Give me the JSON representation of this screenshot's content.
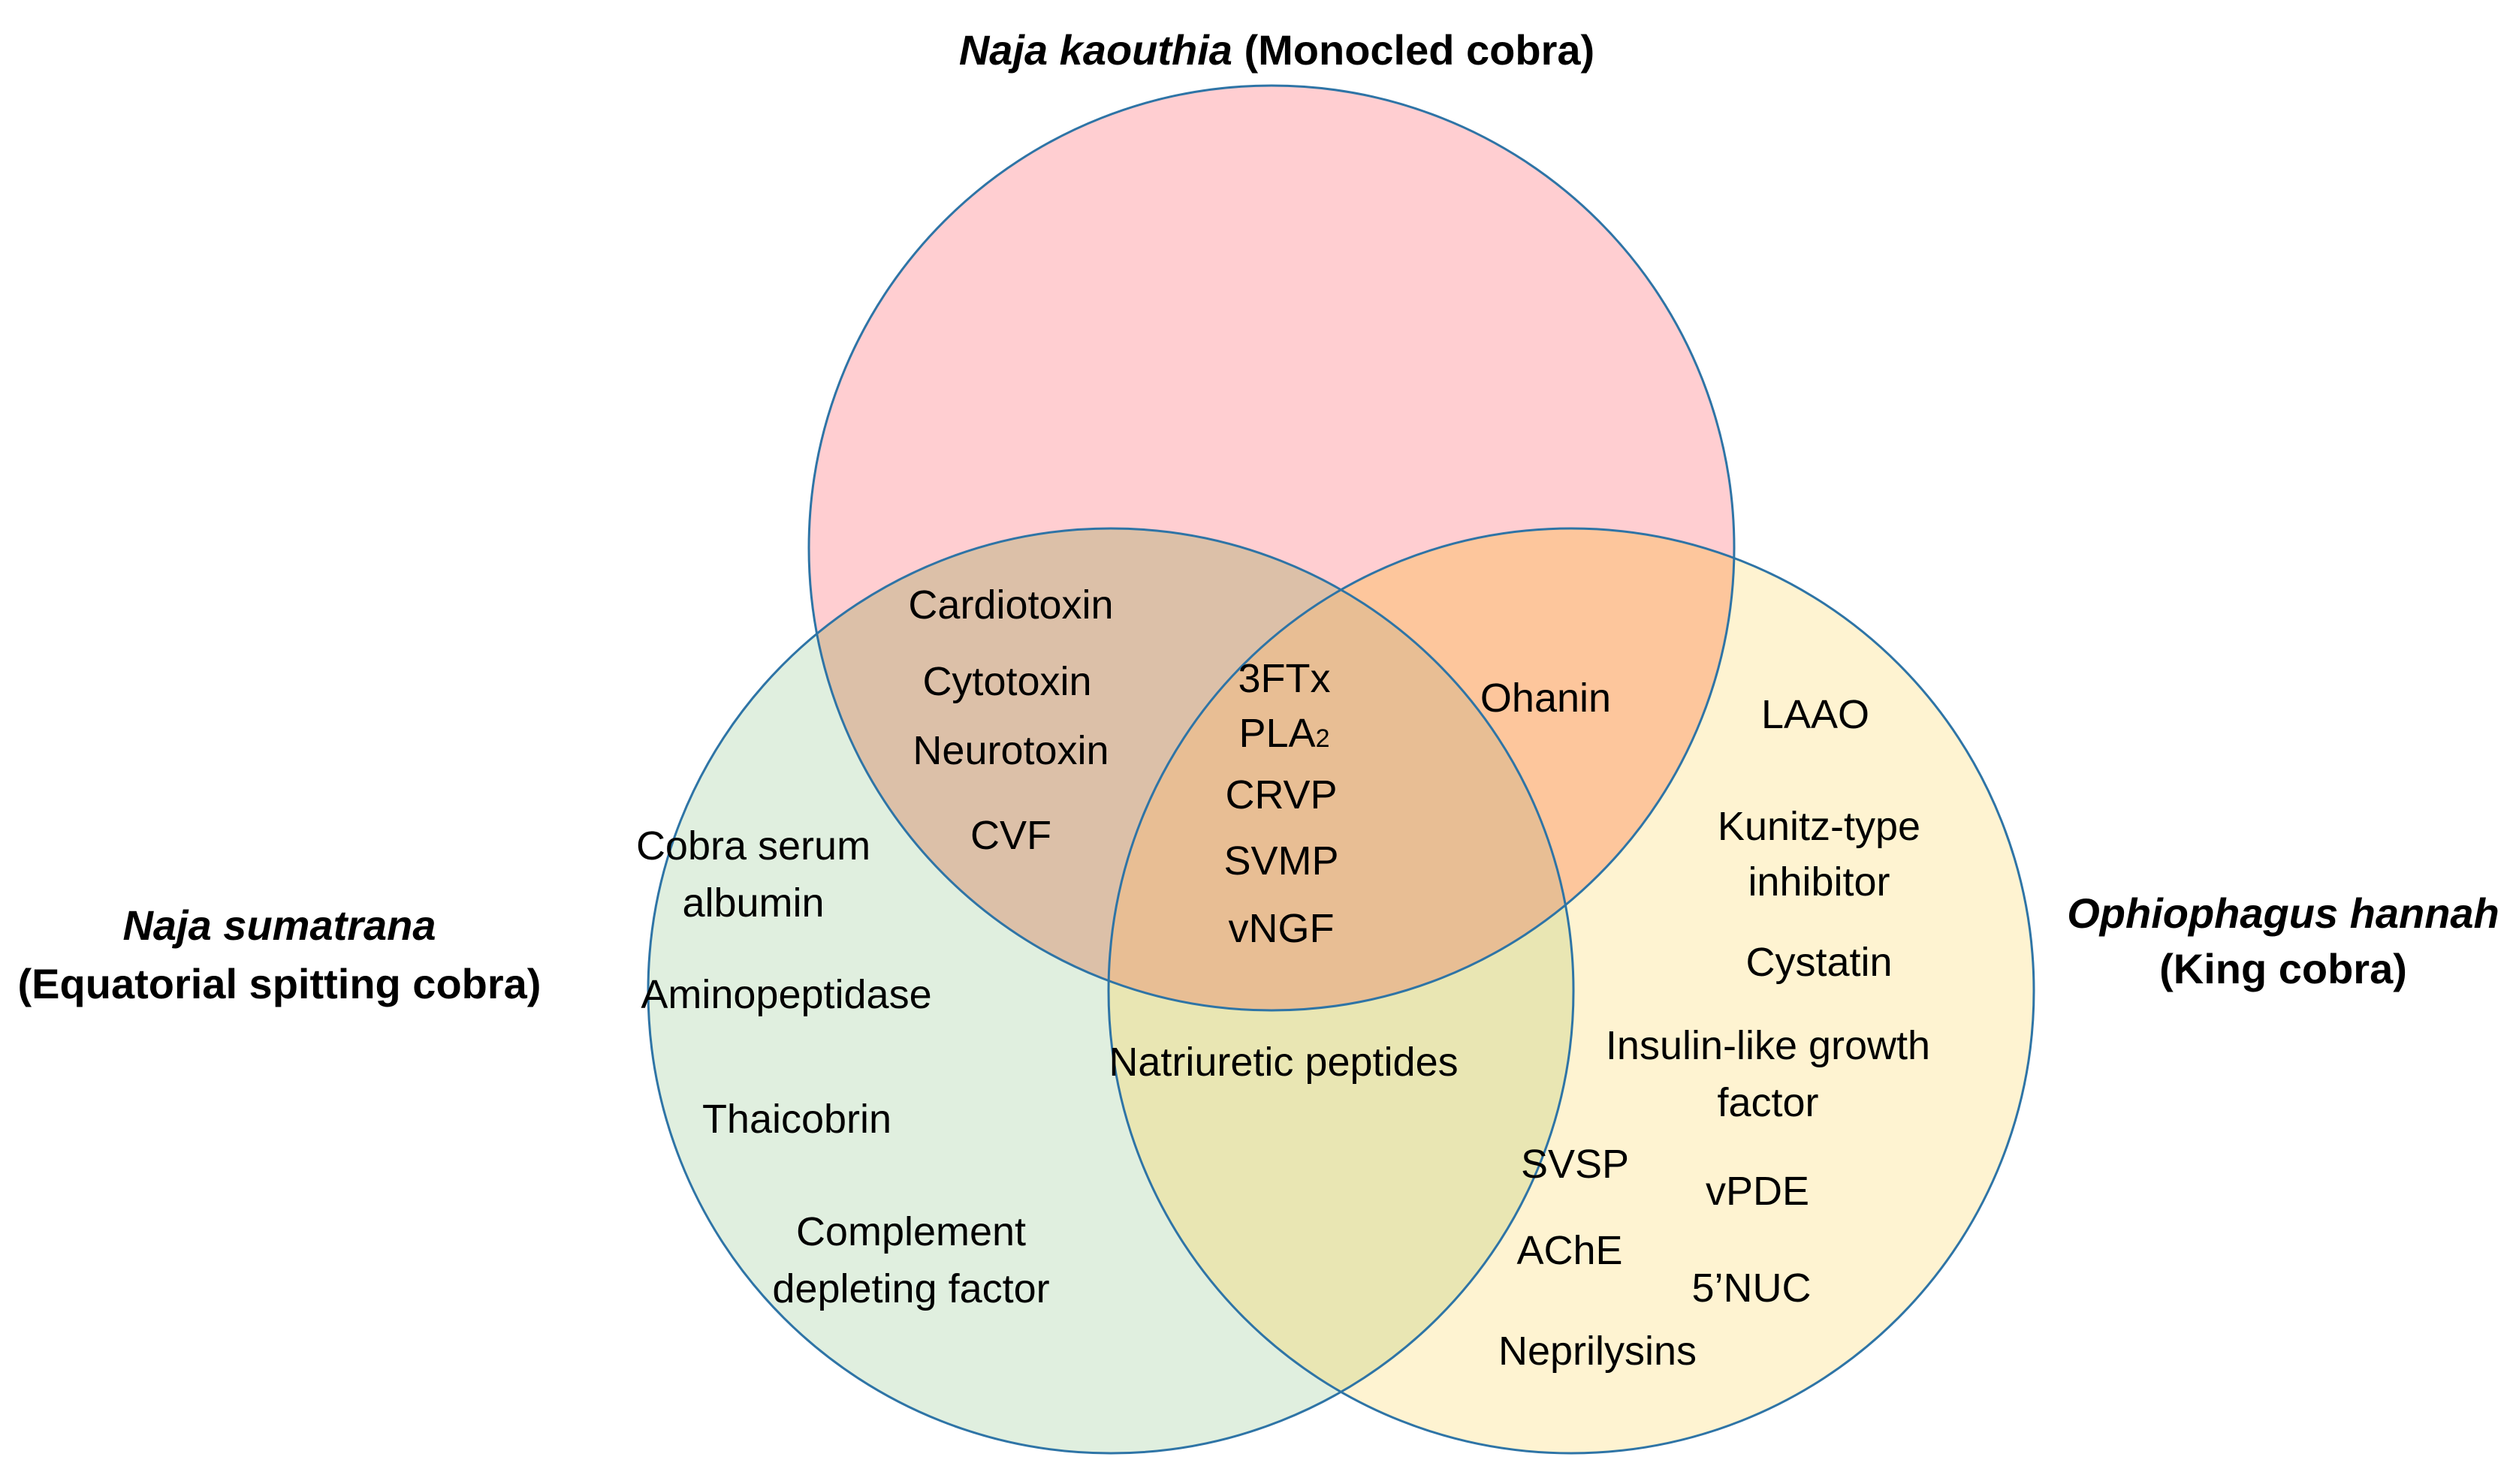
{
  "colors": {
    "kaouthia_fill": "#ff9ea3",
    "sumatrana_fill": "#c2e0bf",
    "hannah_fill": "#fde7a4",
    "circle_stroke": "#2e74a6"
  },
  "species": {
    "kaouthia": {
      "name_italic": "Naja kaouthia",
      "common": " (Monocled cobra)"
    },
    "sumatrana": {
      "name_italic": "Naja sumatrana",
      "common": "(Equatorial spitting cobra)"
    },
    "hannah": {
      "name_italic": "Ophiophagus hannah",
      "common": "(King cobra)"
    }
  },
  "regions": {
    "kaouthia_sumatrana": [
      "Cardiotoxin",
      "Cytotoxin",
      "Neurotoxin",
      "CVF"
    ],
    "all_three": {
      "ftx": "3FTx",
      "pla": "PLA",
      "pla_sub": "2",
      "crvp": "CRVP",
      "svmp": "SVMP",
      "vngf": "vNGF"
    },
    "kaouthia_hannah": [
      "Ohanin"
    ],
    "sumatrana_hannah": [
      "Natriuretic peptides"
    ],
    "sumatrana_only": {
      "cobra_serum_1": "Cobra serum",
      "cobra_serum_2": "albumin",
      "aminopeptidase": "Aminopeptidase",
      "thaicobrin": "Thaicobrin",
      "complement_1": "Complement",
      "complement_2": "depleting factor"
    },
    "hannah_only": {
      "laao": "LAAO",
      "kunitz_1": "Kunitz-type",
      "kunitz_2": "inhibitor",
      "cystatin": "Cystatin",
      "igf_1": "Insulin-like growth",
      "igf_2": "factor",
      "svsp": "SVSP",
      "vpde": "vPDE",
      "ache": "AChE",
      "nuc": "5’NUC",
      "neprilysins": "Neprilysins"
    }
  }
}
